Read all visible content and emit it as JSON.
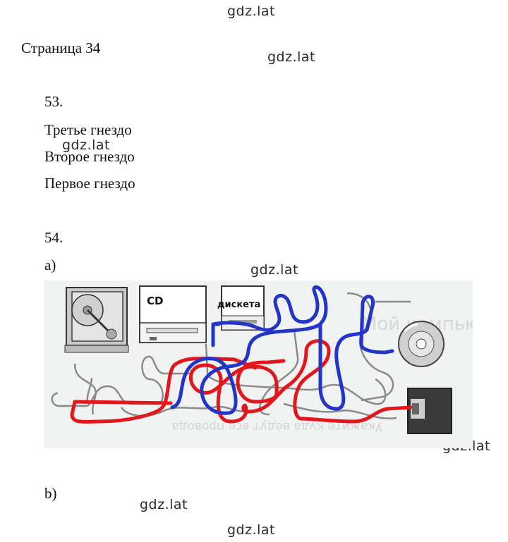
{
  "watermark": "gdz.lat",
  "page_title": "Страница 34",
  "task53": {
    "number": "53.",
    "lines": [
      "Третье гнездо",
      "Второе гнездо",
      "Первое гнездо"
    ]
  },
  "task54": {
    "number": "54.",
    "part_a": "a)",
    "part_b": "b)",
    "labels": {
      "cd": "CD",
      "floppy": "дискета"
    },
    "background_text": [
      "Мой компьютер",
      "Укажите куда ведут все провода"
    ]
  },
  "colors": {
    "red_path": "#e3161c",
    "blue_path": "#2335c9",
    "grey_wire": "#8a8a8a"
  }
}
